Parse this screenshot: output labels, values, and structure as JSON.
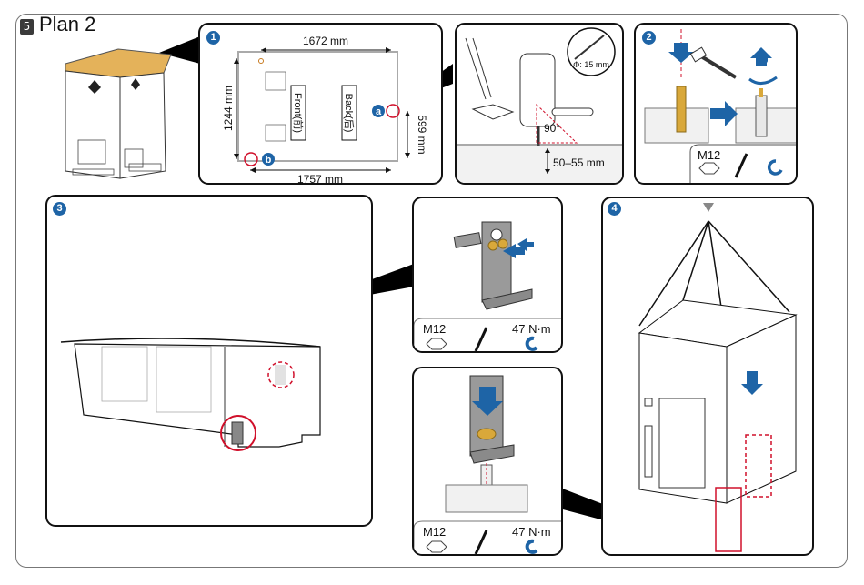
{
  "header": {
    "step_number": "5",
    "title": "Plan 2"
  },
  "colors": {
    "accent_blue": "#1e64a6",
    "warning_red": "#d0102b",
    "box_top": "#e4b25a",
    "anchor_gold": "#d9a83a"
  },
  "panels": {
    "p1": {
      "badge": "1",
      "dimensions": {
        "top": "1672 mm",
        "bottom": "1757 mm",
        "left": "1244 mm",
        "right": "599 mm"
      },
      "labels": {
        "front": "Front(前)",
        "back": "Back(后)"
      },
      "markers": {
        "a": "a",
        "b": "b"
      }
    },
    "drill": {
      "diameter": "Φ: 15 mm",
      "angle": "90°",
      "depth": "50–55 mm"
    },
    "p2": {
      "badge": "2",
      "bolt": "M12"
    },
    "bracket_top": {
      "bolt": "M12",
      "torque": "47 N·m"
    },
    "p3": {
      "badge": "3"
    },
    "bracket_bottom": {
      "bolt": "M12",
      "torque": "47 N·m"
    },
    "p4": {
      "badge": "4"
    },
    "icons": {
      "hex_nut": "hexagon-nut-icon",
      "wrench": "socket-wrench-icon",
      "rotate_ccw": "counterclockwise-icon",
      "rotate_cw": "clockwise-icon"
    }
  }
}
